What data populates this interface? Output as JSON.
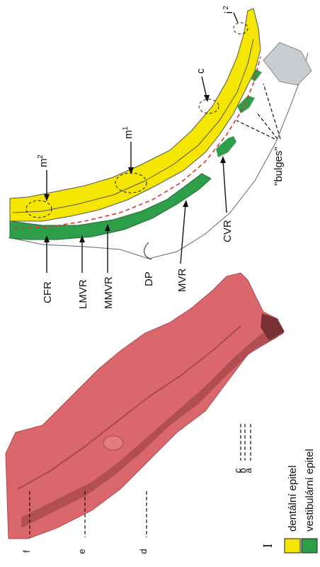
{
  "colors": {
    "dental": "#f4e600",
    "vestibular": "#2f9e4a",
    "model": "#d9676b",
    "model_dark": "#8e3a3e",
    "dashed_red": "#d43b2f",
    "gray": "#c9cdd1"
  },
  "panel_numeral": "I",
  "legend": {
    "dental_label": "dentální epitel",
    "vestibular_label": "vestibulární epitel"
  },
  "model_labels": {
    "f": "f",
    "e": "e",
    "d": "d",
    "c": "c",
    "b": "b",
    "a": "a"
  },
  "schema_labels": {
    "cfr": "CFR",
    "lmvr": "LMVR",
    "mmvr": "MMVR",
    "dp": "DP",
    "mvr": "MVR",
    "cvr": "CVR",
    "bulges": "\"bulges\"",
    "m2": "m",
    "m2_sup": "2",
    "m1": "m",
    "m1_sup": "1",
    "c": "c",
    "i2": "i",
    "i2_sup": "2"
  }
}
